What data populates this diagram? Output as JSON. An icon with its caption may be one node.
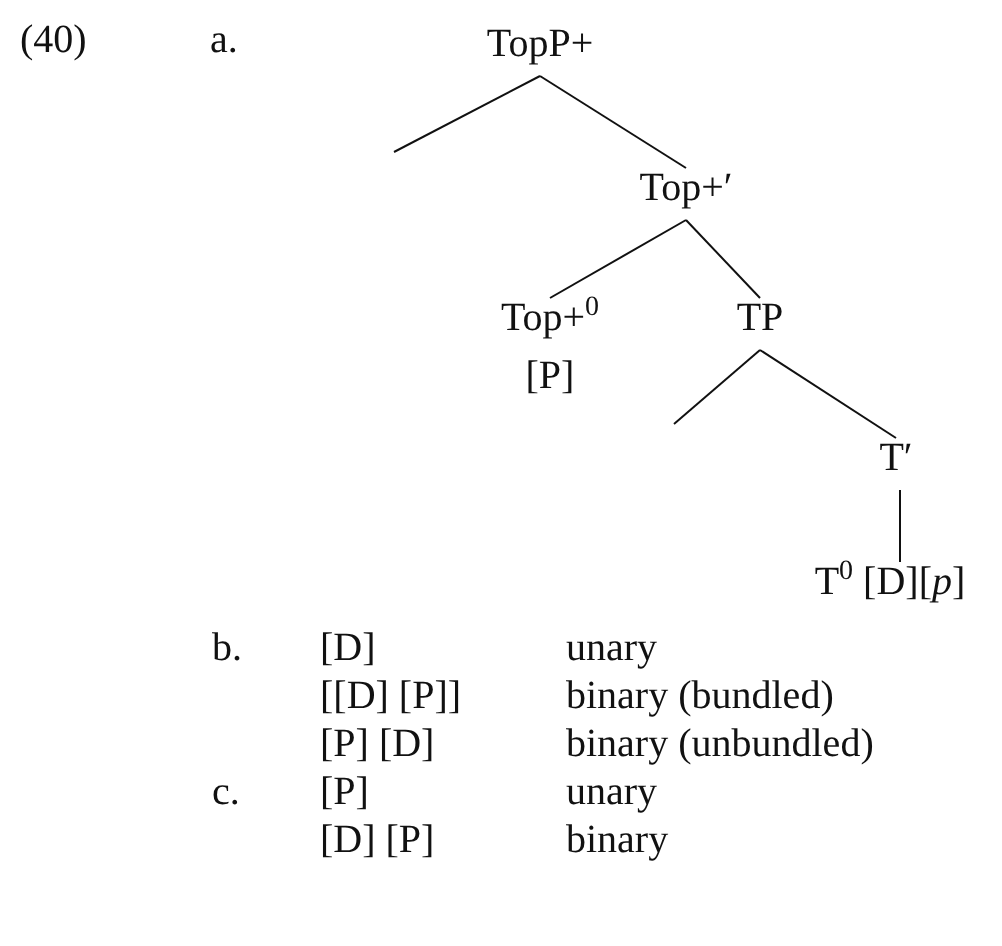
{
  "diagram": {
    "nodes": [
      {
        "text": [
          "TopP+"
        ]
      },
      {
        "text": [
          "Top+′"
        ]
      },
      {
        "text": [
          "Top+$^{0}$",
          "[P]"
        ]
      },
      {
        "text": [
          "TP"
        ]
      },
      {
        "text": [
          "T′"
        ]
      },
      {
        "text": [
          "T$^{0}$ [D][*p*]"
        ]
      }
    ],
    "edges": [
      {
        "from": 0,
        "to": null,
        "arrow": "none"
      },
      {
        "from": 0,
        "to": 1,
        "arrow": "none"
      },
      {
        "from": 1,
        "to": 2,
        "arrow": "none"
      },
      {
        "from": 1,
        "to": 3,
        "arrow": "none"
      },
      {
        "from": 3,
        "to": null,
        "arrow": "none"
      },
      {
        "from": 3,
        "to": 4,
        "arrow": "none"
      },
      {
        "from": 4,
        "to": 5,
        "arrow": "none"
      }
    ],
    "labels": [
      "(40)",
      "a.",
      "b.",
      "[D]",
      "unary",
      "[[D] [P]]",
      "binary (bundled)",
      "[P] [D]",
      "binary (unbundled)",
      "c.",
      "[P]",
      "unary",
      "[D] [P]",
      "binary"
    ]
  }
}
